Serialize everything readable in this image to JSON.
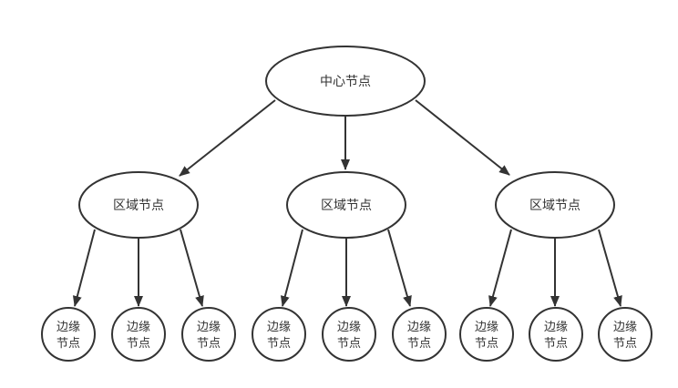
{
  "diagram": {
    "type": "tree-topology",
    "background_color": "#ffffff",
    "stroke_color": "#333333",
    "text_color": "#333333",
    "node_fill_color": "#ffffff",
    "nodes": {
      "center": {
        "id": "center",
        "shape": "ellipse",
        "label": "中心节点"
      },
      "regions": [
        {
          "id": "region-1",
          "shape": "ellipse",
          "label": "区域节点"
        },
        {
          "id": "region-2",
          "shape": "ellipse",
          "label": "区域节点"
        },
        {
          "id": "region-3",
          "shape": "ellipse",
          "label": "区域节点"
        }
      ],
      "edges": [
        {
          "id": "edge-1",
          "shape": "circle",
          "label_line1": "边缘",
          "label_line2": "节点"
        },
        {
          "id": "edge-2",
          "shape": "circle",
          "label_line1": "边缘",
          "label_line2": "节点"
        },
        {
          "id": "edge-3",
          "shape": "circle",
          "label_line1": "边缘",
          "label_line2": "节点"
        },
        {
          "id": "edge-4",
          "shape": "circle",
          "label_line1": "边缘",
          "label_line2": "节点"
        },
        {
          "id": "edge-5",
          "shape": "circle",
          "label_line1": "边缘",
          "label_line2": "节点"
        },
        {
          "id": "edge-6",
          "shape": "circle",
          "label_line1": "边缘",
          "label_line2": "节点"
        },
        {
          "id": "edge-7",
          "shape": "circle",
          "label_line1": "边缘",
          "label_line2": "节点"
        },
        {
          "id": "edge-8",
          "shape": "circle",
          "label_line1": "边缘",
          "label_line2": "节点"
        },
        {
          "id": "edge-9",
          "shape": "circle",
          "label_line1": "边缘",
          "label_line2": "节点"
        }
      ]
    },
    "connections": [
      {
        "from": "center",
        "to": "region-1",
        "arrow": "filled-triangle"
      },
      {
        "from": "center",
        "to": "region-2",
        "arrow": "filled-triangle"
      },
      {
        "from": "center",
        "to": "region-3",
        "arrow": "filled-triangle"
      },
      {
        "from": "region-1",
        "to": "edge-1",
        "arrow": "filled-triangle"
      },
      {
        "from": "region-1",
        "to": "edge-2",
        "arrow": "filled-triangle"
      },
      {
        "from": "region-1",
        "to": "edge-3",
        "arrow": "filled-triangle"
      },
      {
        "from": "region-2",
        "to": "edge-4",
        "arrow": "filled-triangle"
      },
      {
        "from": "region-2",
        "to": "edge-5",
        "arrow": "filled-triangle"
      },
      {
        "from": "region-2",
        "to": "edge-6",
        "arrow": "filled-triangle"
      },
      {
        "from": "region-3",
        "to": "edge-7",
        "arrow": "filled-triangle"
      },
      {
        "from": "region-3",
        "to": "edge-8",
        "arrow": "filled-triangle"
      },
      {
        "from": "region-3",
        "to": "edge-9",
        "arrow": "filled-triangle"
      }
    ]
  }
}
